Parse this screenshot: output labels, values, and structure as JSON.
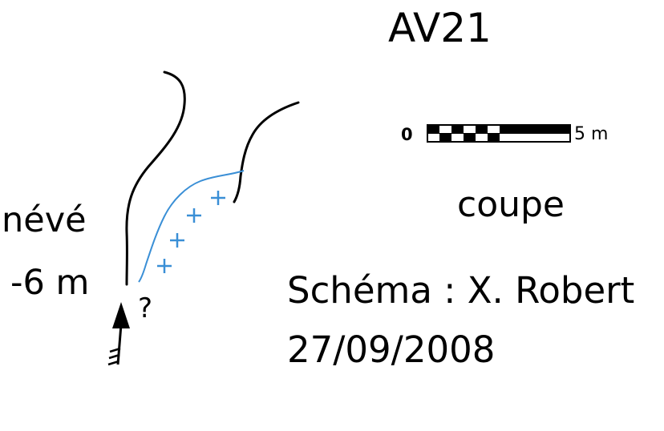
{
  "title": "AV21",
  "scale_bar": {
    "start_label": "0",
    "end_label": "5 m",
    "segments": 6
  },
  "view_label": "coupe",
  "author": "Schéma : X. Robert",
  "date": "27/09/2008",
  "snow_label": "névé",
  "depth_label": "-6 m",
  "unknown_continuation": "?",
  "colors": {
    "ink": "#000000",
    "snow": "#3a8fd6"
  }
}
